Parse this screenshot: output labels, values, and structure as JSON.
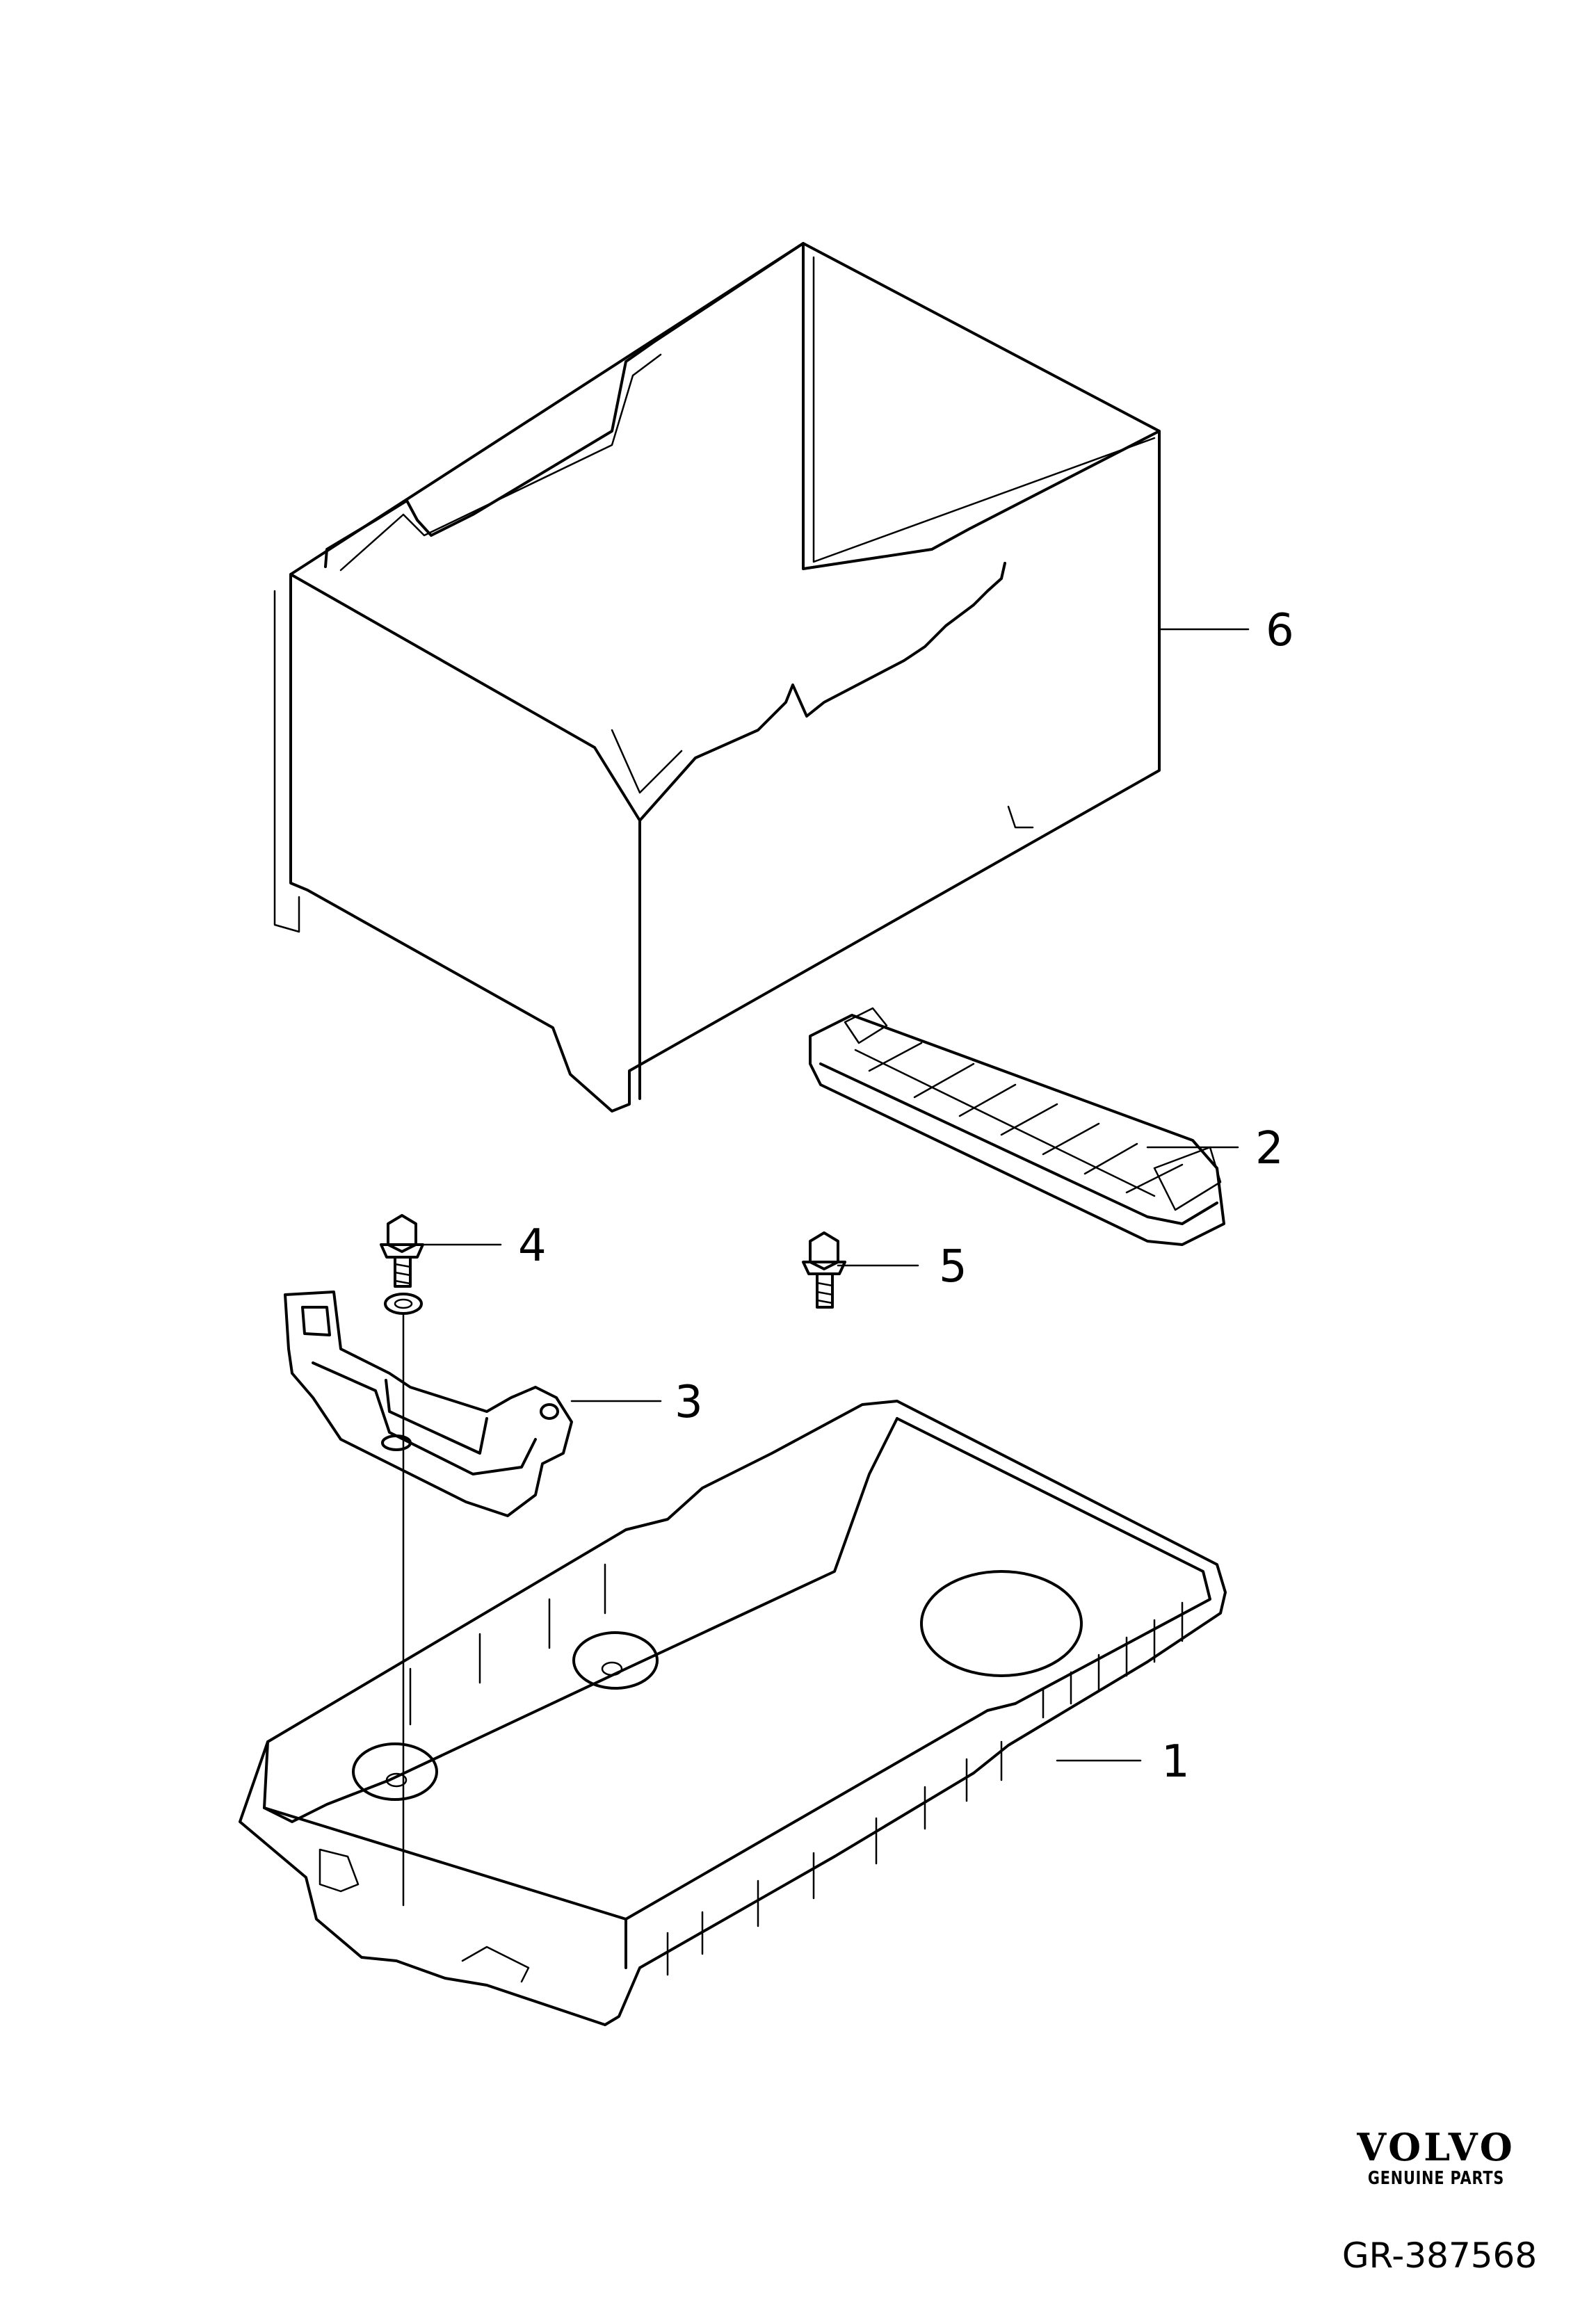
{
  "callouts": [
    {
      "id": "1",
      "label": "1"
    },
    {
      "id": "2",
      "label": "2"
    },
    {
      "id": "3",
      "label": "3"
    },
    {
      "id": "4",
      "label": "4"
    },
    {
      "id": "5",
      "label": "5"
    },
    {
      "id": "6",
      "label": "6"
    }
  ],
  "brand": {
    "logo_text": "VOLVO",
    "subtitle": "GENUINE PARTS"
  },
  "drawing_id": "GR-387568"
}
